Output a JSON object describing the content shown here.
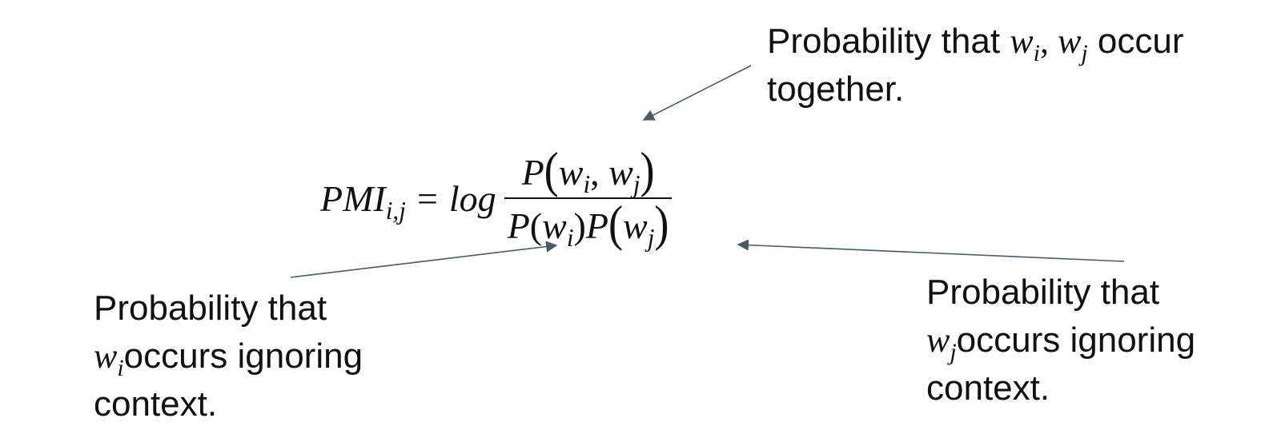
{
  "formula": {
    "lhs_main": "PMI",
    "lhs_sub": "i,j",
    "eq": "=",
    "log": "log",
    "P": "P",
    "w": "w",
    "i": "i",
    "j": "j",
    "comma": ","
  },
  "annotations": {
    "top": {
      "line1_prefix": "Probability that",
      "line1_suffix": "occur",
      "line2": "together."
    },
    "left": {
      "line1": "Probability that",
      "line2_suffix": "occurs ignoring",
      "line3": "context."
    },
    "right": {
      "line1": "Probability that",
      "line2_suffix": "occurs ignoring",
      "line3": "context."
    }
  },
  "colors": {
    "arrow": "#4a5a6a",
    "text": "#111111"
  }
}
